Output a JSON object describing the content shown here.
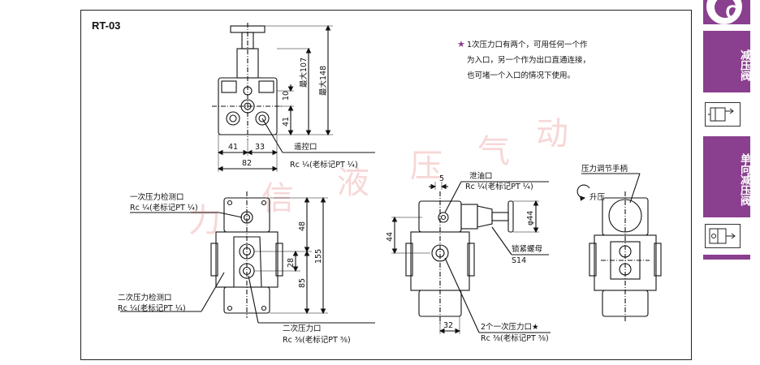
{
  "header": {
    "model": "RT-03"
  },
  "note": {
    "star": "★",
    "lines": [
      "1次压力口有两个，可用任何一个作",
      "为入口，另一个作为出口直通连接，",
      "也可堵一个入口的情况下使用。"
    ]
  },
  "watermark": [
    "力",
    "信",
    "液",
    "压",
    "气",
    "动"
  ],
  "top_view": {
    "dim_max107": "最大107",
    "dim_max148": "最大148",
    "dim_10": "10",
    "dim_41v": "41",
    "dim_41h": "41",
    "dim_33": "33",
    "dim_82": "82",
    "remote_port": "遥控口",
    "remote_rc": "Rc ¼(老标记PT ¼)"
  },
  "front_view": {
    "primary_gauge": "一次压力检测口",
    "primary_gauge_rc": "Rc ¼(老标记PT ¼)",
    "secondary_gauge": "二次压力检测口",
    "secondary_gauge_rc": "Rc ¼(老标记PT ¼)",
    "secondary_port": "二次压力口",
    "secondary_port_rc": "Rc ⅜(老标记PT ⅜)",
    "dim_48": "48",
    "dim_28": "28",
    "dim_155": "155",
    "dim_85": "85"
  },
  "side_view": {
    "drain_port": "泄油口",
    "drain_rc": "Rc ¼(老标记PT ¼)",
    "dim_5": "5",
    "dim_phi44": "φ44",
    "dim_44": "44",
    "lock_nut": "锁紧螺母",
    "lock_nut_size": "S14",
    "dim_32": "32",
    "two_primary": "2个一次压力口★",
    "two_primary_rc": "Rc ⅜(老标记PT ⅜)"
  },
  "rear_view": {
    "handle": "压力调节手柄",
    "raise": "升压"
  },
  "sidebar": {
    "letter": "C",
    "tab1": "减压阀",
    "tab2": "单向减压阀"
  },
  "colors": {
    "accent": "#8a3f8f",
    "star": "#8a3f8f",
    "watermark": "#f2b8b8"
  }
}
